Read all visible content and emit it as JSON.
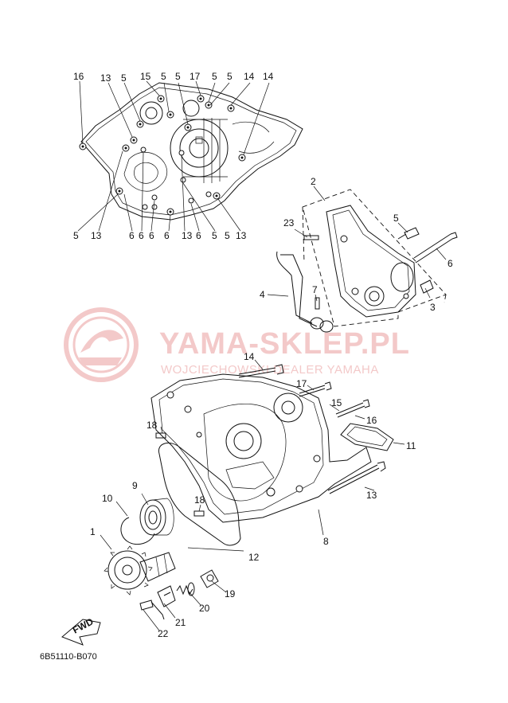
{
  "diagram": {
    "callouts_top": [
      "16",
      "13",
      "5",
      "15",
      "5",
      "5",
      "17",
      "5",
      "5",
      "14",
      "14"
    ],
    "callouts_top_bottom": [
      "5",
      "13",
      "6",
      "6",
      "6",
      "6",
      "13",
      "6",
      "5",
      "5",
      "13"
    ],
    "callouts_pump": [
      "2",
      "23",
      "5",
      "6",
      "4",
      "7",
      "3"
    ],
    "callouts_cover": [
      "14",
      "17",
      "15",
      "16",
      "18",
      "11",
      "13",
      "9",
      "10",
      "18",
      "8",
      "1",
      "12",
      "19",
      "20",
      "21",
      "22"
    ],
    "fwd_label": "FWD",
    "drawing_code": "6B51110-B070"
  },
  "watermark": {
    "title": "YAMA-SKLEP.PL",
    "subtitle": "WOJCIECHOWSKI DEALER YAMAHA"
  }
}
